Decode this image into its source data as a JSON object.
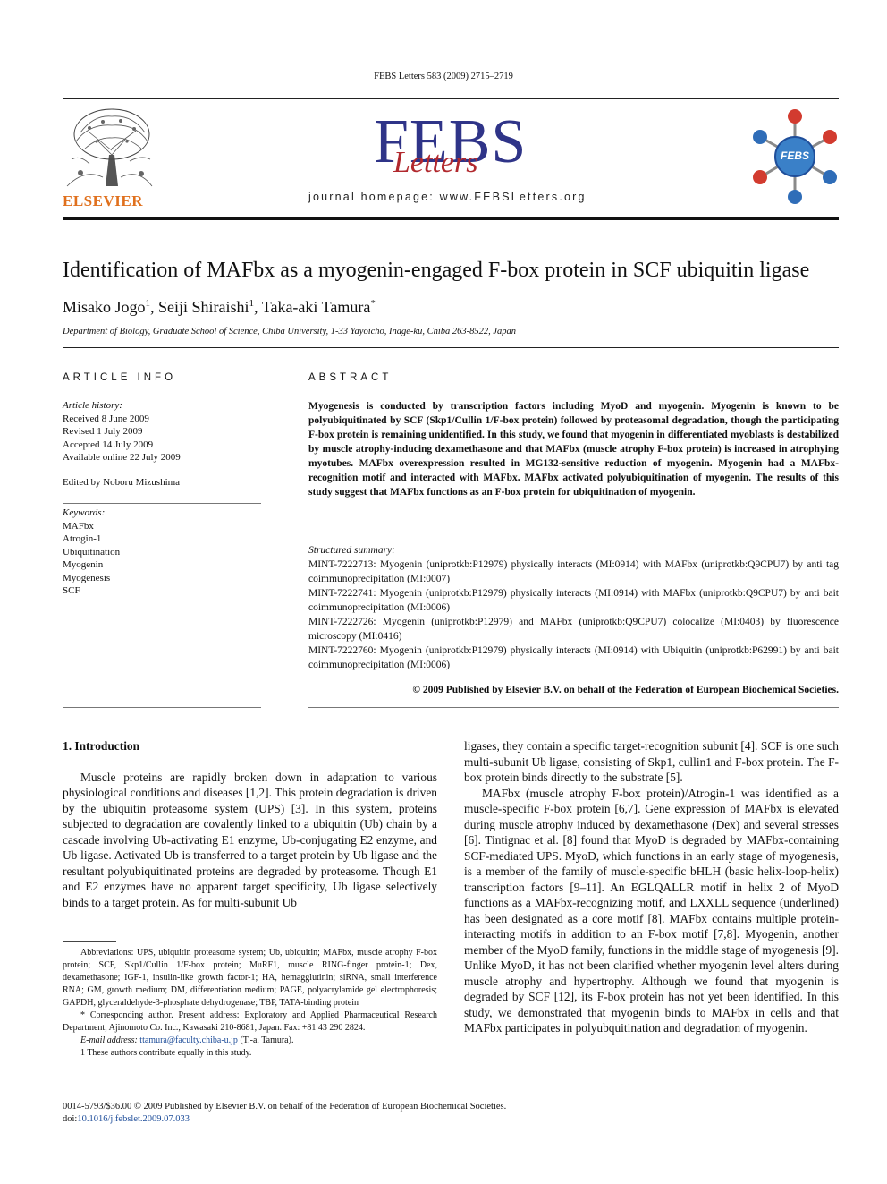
{
  "header": {
    "citation": "FEBS Letters 583 (2009) 2715–2719",
    "publisher": "ELSEVIER",
    "journal_logo_big": "FEBS",
    "journal_logo_script": "Letters",
    "homepage": "journal homepage: www.FEBSLetters.org",
    "society_badge": "FEBS"
  },
  "article": {
    "title": "Identification of MAFbx as a myogenin-engaged F-box protein in SCF ubiquitin ligase",
    "authors": [
      {
        "name": "Misako Jogo",
        "mark": "1",
        "sep": ", "
      },
      {
        "name": "Seiji Shiraishi",
        "mark": "1",
        "sep": ", "
      },
      {
        "name": "Taka-aki Tamura",
        "mark": "*",
        "sep": ""
      }
    ],
    "affiliation": "Department of Biology, Graduate School of Science, Chiba University, 1-33 Yayoicho, Inage-ku, Chiba 263-8522, Japan"
  },
  "info": {
    "heading": "ARTICLE INFO",
    "history_label": "Article history:",
    "history": [
      "Received 8 June 2009",
      "Revised 1 July 2009",
      "Accepted 14 July 2009",
      "Available online 22 July 2009"
    ],
    "edited_by": "Edited by Noboru Mizushima",
    "keywords_label": "Keywords:",
    "keywords": [
      "MAFbx",
      "Atrogin-1",
      "Ubiquitination",
      "Myogenin",
      "Myogenesis",
      "SCF"
    ]
  },
  "abstract": {
    "heading": "ABSTRACT",
    "text": "Myogenesis is conducted by transcription factors including MyoD and myogenin. Myogenin is known to be polyubiquitinated by SCF (Skp1/Cullin 1/F-box protein) followed by proteasomal degradation, though the participating F-box protein is remaining unidentified. In this study, we found that myogenin in differentiated myoblasts is destabilized by muscle atrophy-inducing dexamethasone and that MAFbx (muscle atrophy F-box protein) is increased in atrophying myotubes. MAFbx overexpression resulted in MG132-sensitive reduction of myogenin. Myogenin had a MAFbx-recognition motif and interacted with MAFbx. MAFbx activated polyubiquitination of myogenin. The results of this study suggest that MAFbx functions as an F-box protein for ubiquitination of myogenin.",
    "summary_label": "Structured summary:",
    "summary": [
      "MINT-7222713: Myogenin (uniprotkb:P12979) physically interacts (MI:0914) with MAFbx (uniprotkb:Q9CPU7) by anti tag coimmunoprecipitation (MI:0007)",
      "MINT-7222741: Myogenin (uniprotkb:P12979) physically interacts (MI:0914) with MAFbx (uniprotkb:Q9CPU7) by anti bait coimmunoprecipitation (MI:0006)",
      "MINT-7222726: Myogenin (uniprotkb:P12979) and MAFbx (uniprotkb:Q9CPU7) colocalize (MI:0403) by fluorescence microscopy (MI:0416)",
      "MINT-7222760: Myogenin (uniprotkb:P12979) physically interacts (MI:0914) with Ubiquitin (uniprotkb:P62991) by anti bait coimmunoprecipitation (MI:0006)"
    ],
    "copyright": "© 2009 Published by Elsevier B.V. on behalf of the Federation of European Biochemical Societies."
  },
  "body": {
    "section_heading": "1. Introduction",
    "left_para": "Muscle proteins are rapidly broken down in adaptation to various physiological conditions and diseases [1,2]. This protein degradation is driven by the ubiquitin proteasome system (UPS) [3]. In this system, proteins subjected to degradation are covalently linked to a ubiquitin (Ub) chain by a cascade involving Ub-activating E1 enzyme, Ub-conjugating E2 enzyme, and Ub ligase. Activated Ub is transferred to a target protein by Ub ligase and the resultant polyubiquitinated proteins are degraded by proteasome. Though E1 and E2 enzymes have no apparent target specificity, Ub ligase selectively binds to a target protein. As for multi-subunit Ub",
    "right_para1": "ligases, they contain a specific target-recognition subunit [4]. SCF is one such multi-subunit Ub ligase, consisting of Skp1, cullin1 and F-box protein. The F-box protein binds directly to the substrate [5].",
    "right_para2": "MAFbx (muscle atrophy F-box protein)/Atrogin-1 was identified as a muscle-specific F-box protein [6,7]. Gene expression of MAFbx is elevated during muscle atrophy induced by dexamethasone (Dex) and several stresses [6]. Tintignac et al. [8] found that MyoD is degraded by MAFbx-containing SCF-mediated UPS. MyoD, which functions in an early stage of myogenesis, is a member of the family of muscle-specific bHLH (basic helix-loop-helix) transcription factors [9–11]. An EGLQALLR motif in helix 2 of MyoD functions as a MAFbx-recognizing motif, and LXXLL sequence (underlined) has been designated as a core motif [8]. MAFbx contains multiple protein-interacting motifs in addition to an F-box motif [7,8]. Myogenin, another member of the MyoD family, functions in the middle stage of myogenesis [9]. Unlike MyoD, it has not been clarified whether myogenin level alters during muscle atrophy and hypertrophy. Although we found that myogenin is degraded by SCF [12], its F-box protein has not yet been identified. In this study, we demonstrated that myogenin binds to MAFbx in cells and that MAFbx participates in polyubquitination and degradation of myogenin."
  },
  "footnotes": {
    "abbreviations": "Abbreviations: UPS, ubiquitin proteasome system; Ub, ubiquitin; MAFbx, muscle atrophy F-box protein; SCF, Skp1/Cullin 1/F-box protein; MuRF1, muscle RING-finger protein-1; Dex, dexamethasone; IGF-1, insulin-like growth factor-1; HA, hemagglutinin; siRNA, small interference RNA; GM, growth medium; DM, differentiation medium; PAGE, polyacrylamide gel electrophoresis; GAPDH, glyceraldehyde-3-phosphate dehydrogenase; TBP, TATA-binding protein",
    "corresponding": "* Corresponding author. Present address: Exploratory and Applied Pharmaceutical Research Department, Ajinomoto Co. Inc., Kawasaki 210-8681, Japan. Fax: +81 43 290 2824.",
    "email_label": "E-mail address:",
    "email": "ttamura@faculty.chiba-u.jp",
    "email_suffix": "(T.-a. Tamura).",
    "equal": "1  These authors contribute equally in this study."
  },
  "bottom": {
    "line1": "0014-5793/$36.00 © 2009 Published by Elsevier B.V. on behalf of the Federation of European Biochemical Societies.",
    "doi_label": "doi:",
    "doi": "10.1016/j.febslet.2009.07.033"
  }
}
